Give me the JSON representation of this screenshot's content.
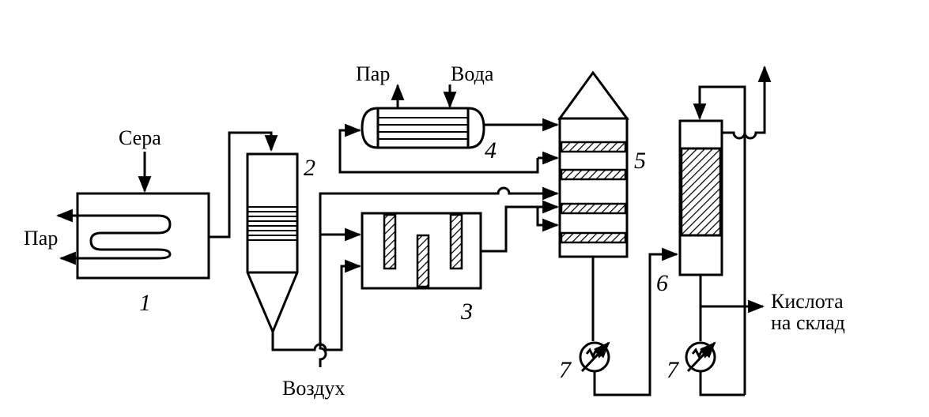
{
  "labels": {
    "steam_in_1": "Пар",
    "sulfur": "Сера",
    "steam_out_4": "Пар",
    "water": "Вода",
    "air": "Воздух",
    "acid_line1": "Кислота",
    "acid_line2": "на склад"
  },
  "numbers": {
    "n1": "1",
    "n2": "2",
    "n3": "3",
    "n4": "4",
    "n5": "5",
    "n6": "6",
    "n7a": "7",
    "n7b": "7"
  }
}
